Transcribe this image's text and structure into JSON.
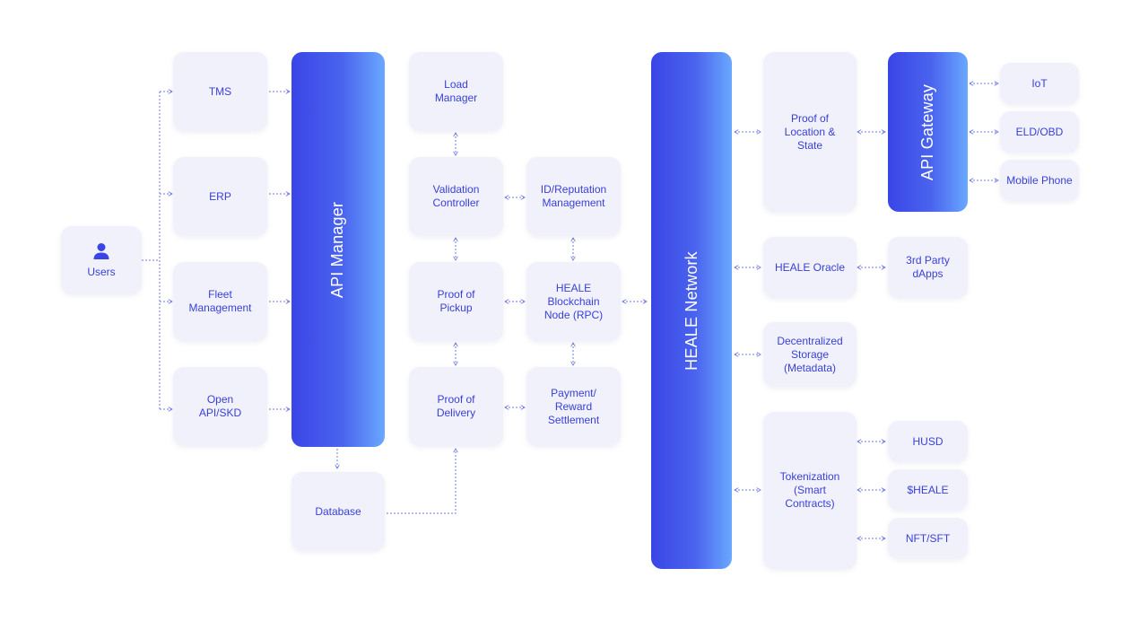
{
  "colors": {
    "accent": "#3940d8",
    "node_bg": "#f1f1fb",
    "gradient_start": "#3a45e6",
    "gradient_end": "#6aa8ff",
    "connector": "#6f7be8"
  },
  "icons": {
    "users": "user-icon"
  },
  "nodes": {
    "users": "Users",
    "tms": "TMS",
    "erp": "ERP",
    "fleet": "Fleet\nManagement",
    "open_api": "Open\nAPI/SKD",
    "api_manager": "API Manager",
    "database": "Database",
    "load_manager": "Load\nManager",
    "validation": "Validation\nController",
    "id_reputation": "ID/Reputation\nManagement",
    "pickup": "Proof of\nPickup",
    "heale_node": "HEALE\nBlockchain\nNode (RPC)",
    "delivery": "Proof of\nDelivery",
    "payment": "Payment/\nReward\nSettlement",
    "heale_network": "HEALE Network",
    "proof_location": "Proof of\nLocation &\nState",
    "api_gateway": "API Gateway",
    "iot": "IoT",
    "eld": "ELD/OBD",
    "mobile": "Mobile Phone",
    "oracle": "HEALE Oracle",
    "dapps": "3rd Party\ndApps",
    "storage": "Decentralized\nStorage\n(Metadata)",
    "tokenization": "Tokenization\n(Smart\nContracts)",
    "husd": "HUSD",
    "sheale": "$HEALE",
    "nft": "NFT/SFT"
  }
}
